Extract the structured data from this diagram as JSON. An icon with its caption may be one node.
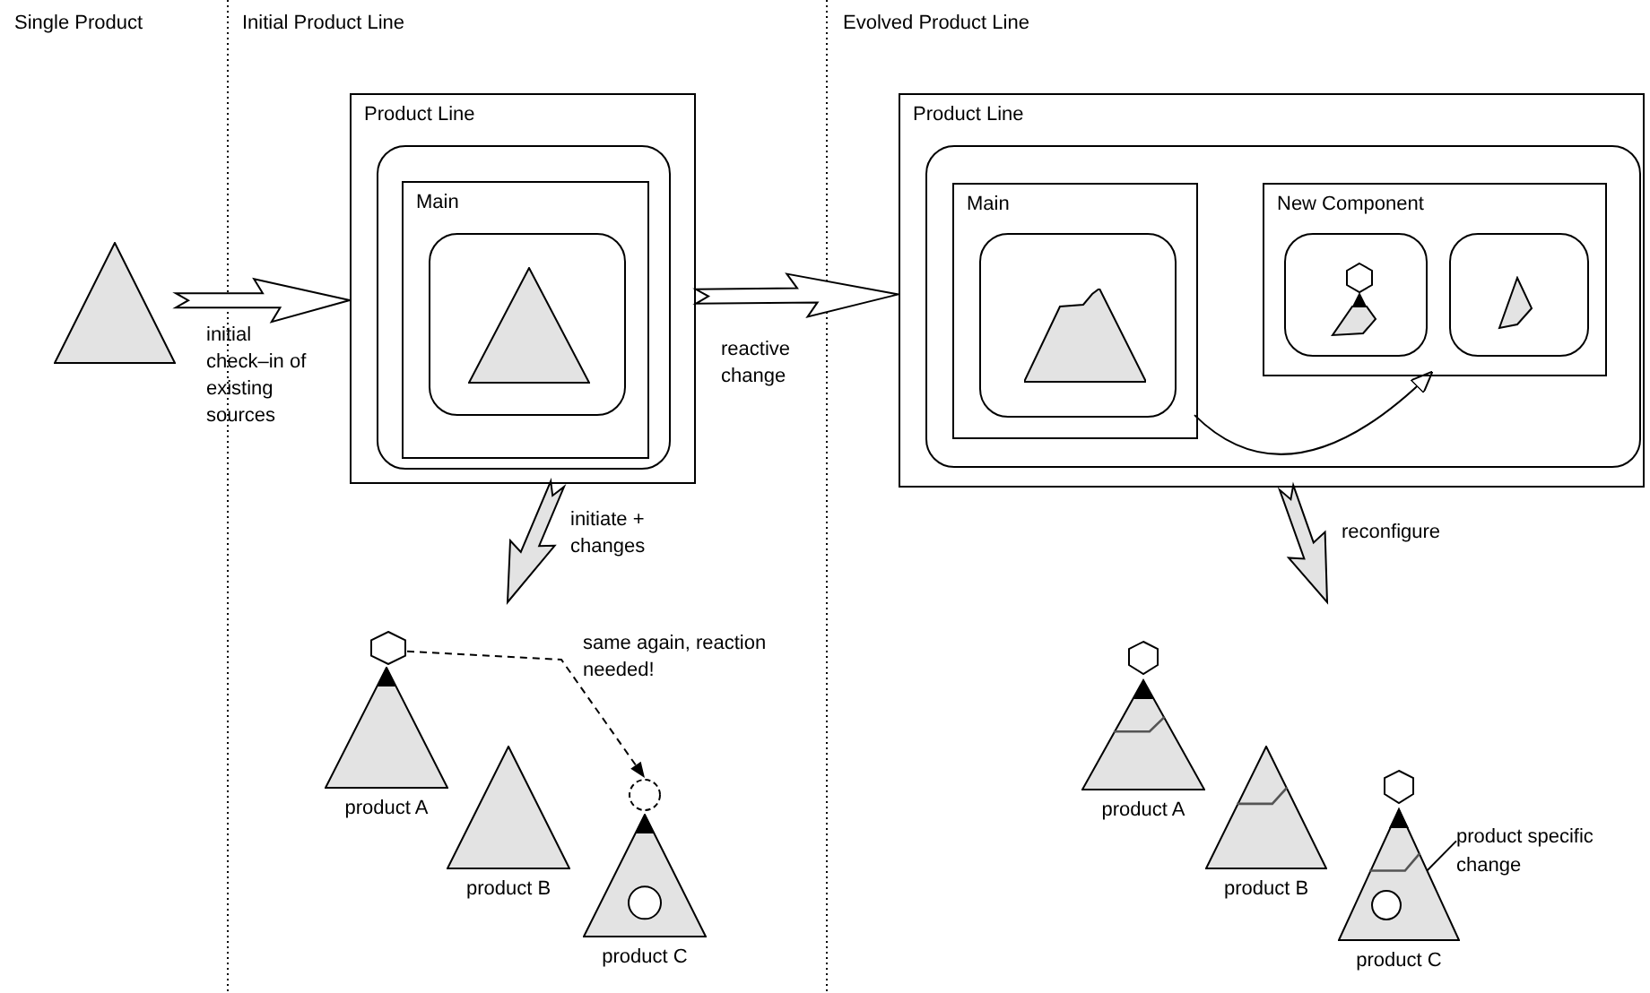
{
  "diagram": {
    "nodes": [
      {
        "text": [],
        "shape": "triangle"
      },
      {
        "text": [
          "Product Line"
        ]
      },
      {
        "text": [],
        "shape": "box",
        "in": 1
      },
      {
        "text": [
          "Main"
        ],
        "in": 2
      },
      {
        "text": [],
        "shape": "box",
        "in": 3
      },
      {
        "text": [],
        "shape": "triangle",
        "in": 4
      },
      {
        "text": [
          "Product Line"
        ]
      },
      {
        "text": [],
        "shape": "box",
        "in": 6
      },
      {
        "text": [
          "Main"
        ],
        "in": 7
      },
      {
        "text": [],
        "shape": "box",
        "in": 8
      },
      {
        "text": [],
        "shape": "polygon",
        "in": 9
      },
      {
        "text": [
          "New Component"
        ],
        "in": 7
      },
      {
        "text": [],
        "shape": "box",
        "in": 11
      },
      {
        "text": [],
        "shape": "picture",
        "in": 12
      },
      {
        "text": [],
        "shape": "box",
        "in": 11
      },
      {
        "text": [],
        "shape": "polygon",
        "in": 14
      },
      {
        "text": [],
        "shape": "hexagon"
      },
      {
        "text": [],
        "shape": "triangle",
        "beside": [
          "product A"
        ]
      },
      {
        "text": [],
        "shape": "triangle",
        "beside": [
          "product B"
        ]
      },
      {
        "text": [],
        "shape": "circle"
      },
      {
        "text": [],
        "shape": "triangle",
        "beside": [
          "product C"
        ]
      },
      {
        "text": [],
        "shape": "triangle",
        "beside": [
          "product A"
        ]
      },
      {
        "text": [],
        "shape": "triangle",
        "beside": [
          "product B"
        ]
      },
      {
        "text": [
          "product specific change"
        ]
      },
      {
        "text": [],
        "shape": "triangle",
        "beside": [
          "product C"
        ]
      },
      {
        "text": [],
        "shape": "circle",
        "in": 24
      }
    ],
    "edges": [
      {
        "from": 0,
        "to": 1,
        "arrow": "to",
        "label": "initial check–in of existing sources",
        "style": "thick"
      },
      {
        "from": 1,
        "to": 6,
        "arrow": "to",
        "label": "reactive change",
        "style": "thick"
      },
      {
        "from": 1,
        "to": null,
        "arrow": "to",
        "label": "initiate + changes",
        "style": "thick"
      },
      {
        "from": 6,
        "to": null,
        "arrow": "to",
        "label": "reconfigure",
        "style": "thick"
      },
      {
        "from": 8,
        "to": 11,
        "arrow": "to"
      },
      {
        "from": 16,
        "to": 19,
        "arrow": "to",
        "label": "same again, reaction needed!",
        "style": "dashed"
      },
      {
        "from": 23,
        "to": 25,
        "arrow": "none"
      }
    ],
    "labels": [
      "Single Product",
      "Initial Product Line",
      "Evolved Product Line"
    ]
  }
}
